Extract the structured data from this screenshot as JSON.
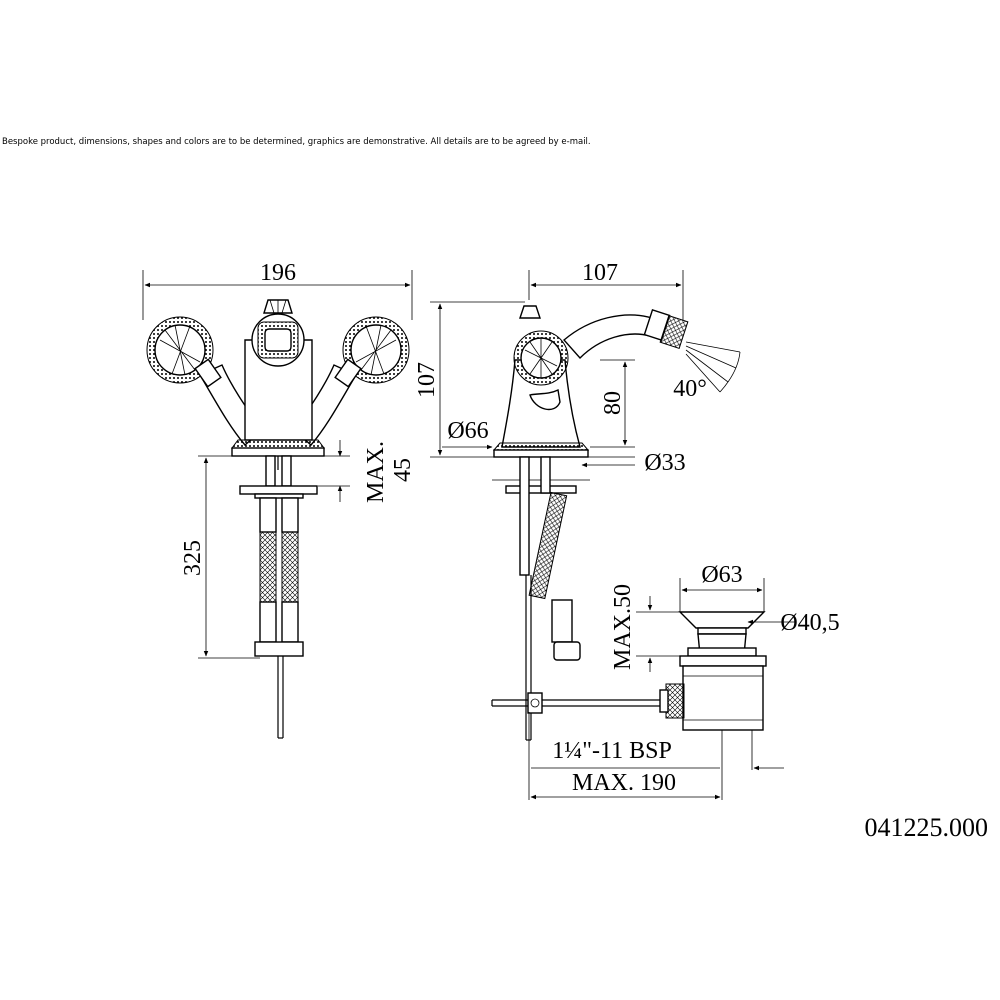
{
  "disclaimer": "Bespoke product, dimensions, shapes and colors are to be determined, graphics are demonstrative. All details are to be agreed by e-mail.",
  "front_view": {
    "width": "196",
    "max_label": "MAX.",
    "max_value": "45",
    "height": "325"
  },
  "side_view": {
    "depth": "107",
    "height": "107",
    "spout_height": "80",
    "base_diameter": "Ø66",
    "spout_diameter": "Ø33",
    "angle": "40°"
  },
  "waste": {
    "top_diameter": "Ø63",
    "inner_diameter": "Ø40,5",
    "max_height": "MAX.50",
    "thread": "1¼\"-11 BSP",
    "max_length": "MAX. 190"
  },
  "product_code": "041225.000"
}
